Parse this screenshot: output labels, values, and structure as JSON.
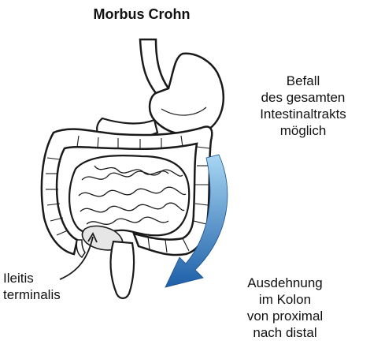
{
  "title": "Morbus Crohn",
  "labels": {
    "right_top": [
      "Befall",
      "des gesamten",
      "Intestinaltrakts",
      "möglich"
    ],
    "ileitis": [
      "Ileitis",
      "terminalis"
    ],
    "bottom_right": [
      "Ausdehnung",
      "im Kolon",
      "von proximal",
      "nach distal"
    ]
  },
  "colors": {
    "outline": "#1a1a1a",
    "organ_fill": "#ffffff",
    "ileum_fill": "#e6e6e6",
    "arrow_dark": "#1d5fa8",
    "arrow_light": "#a9d7f3"
  }
}
